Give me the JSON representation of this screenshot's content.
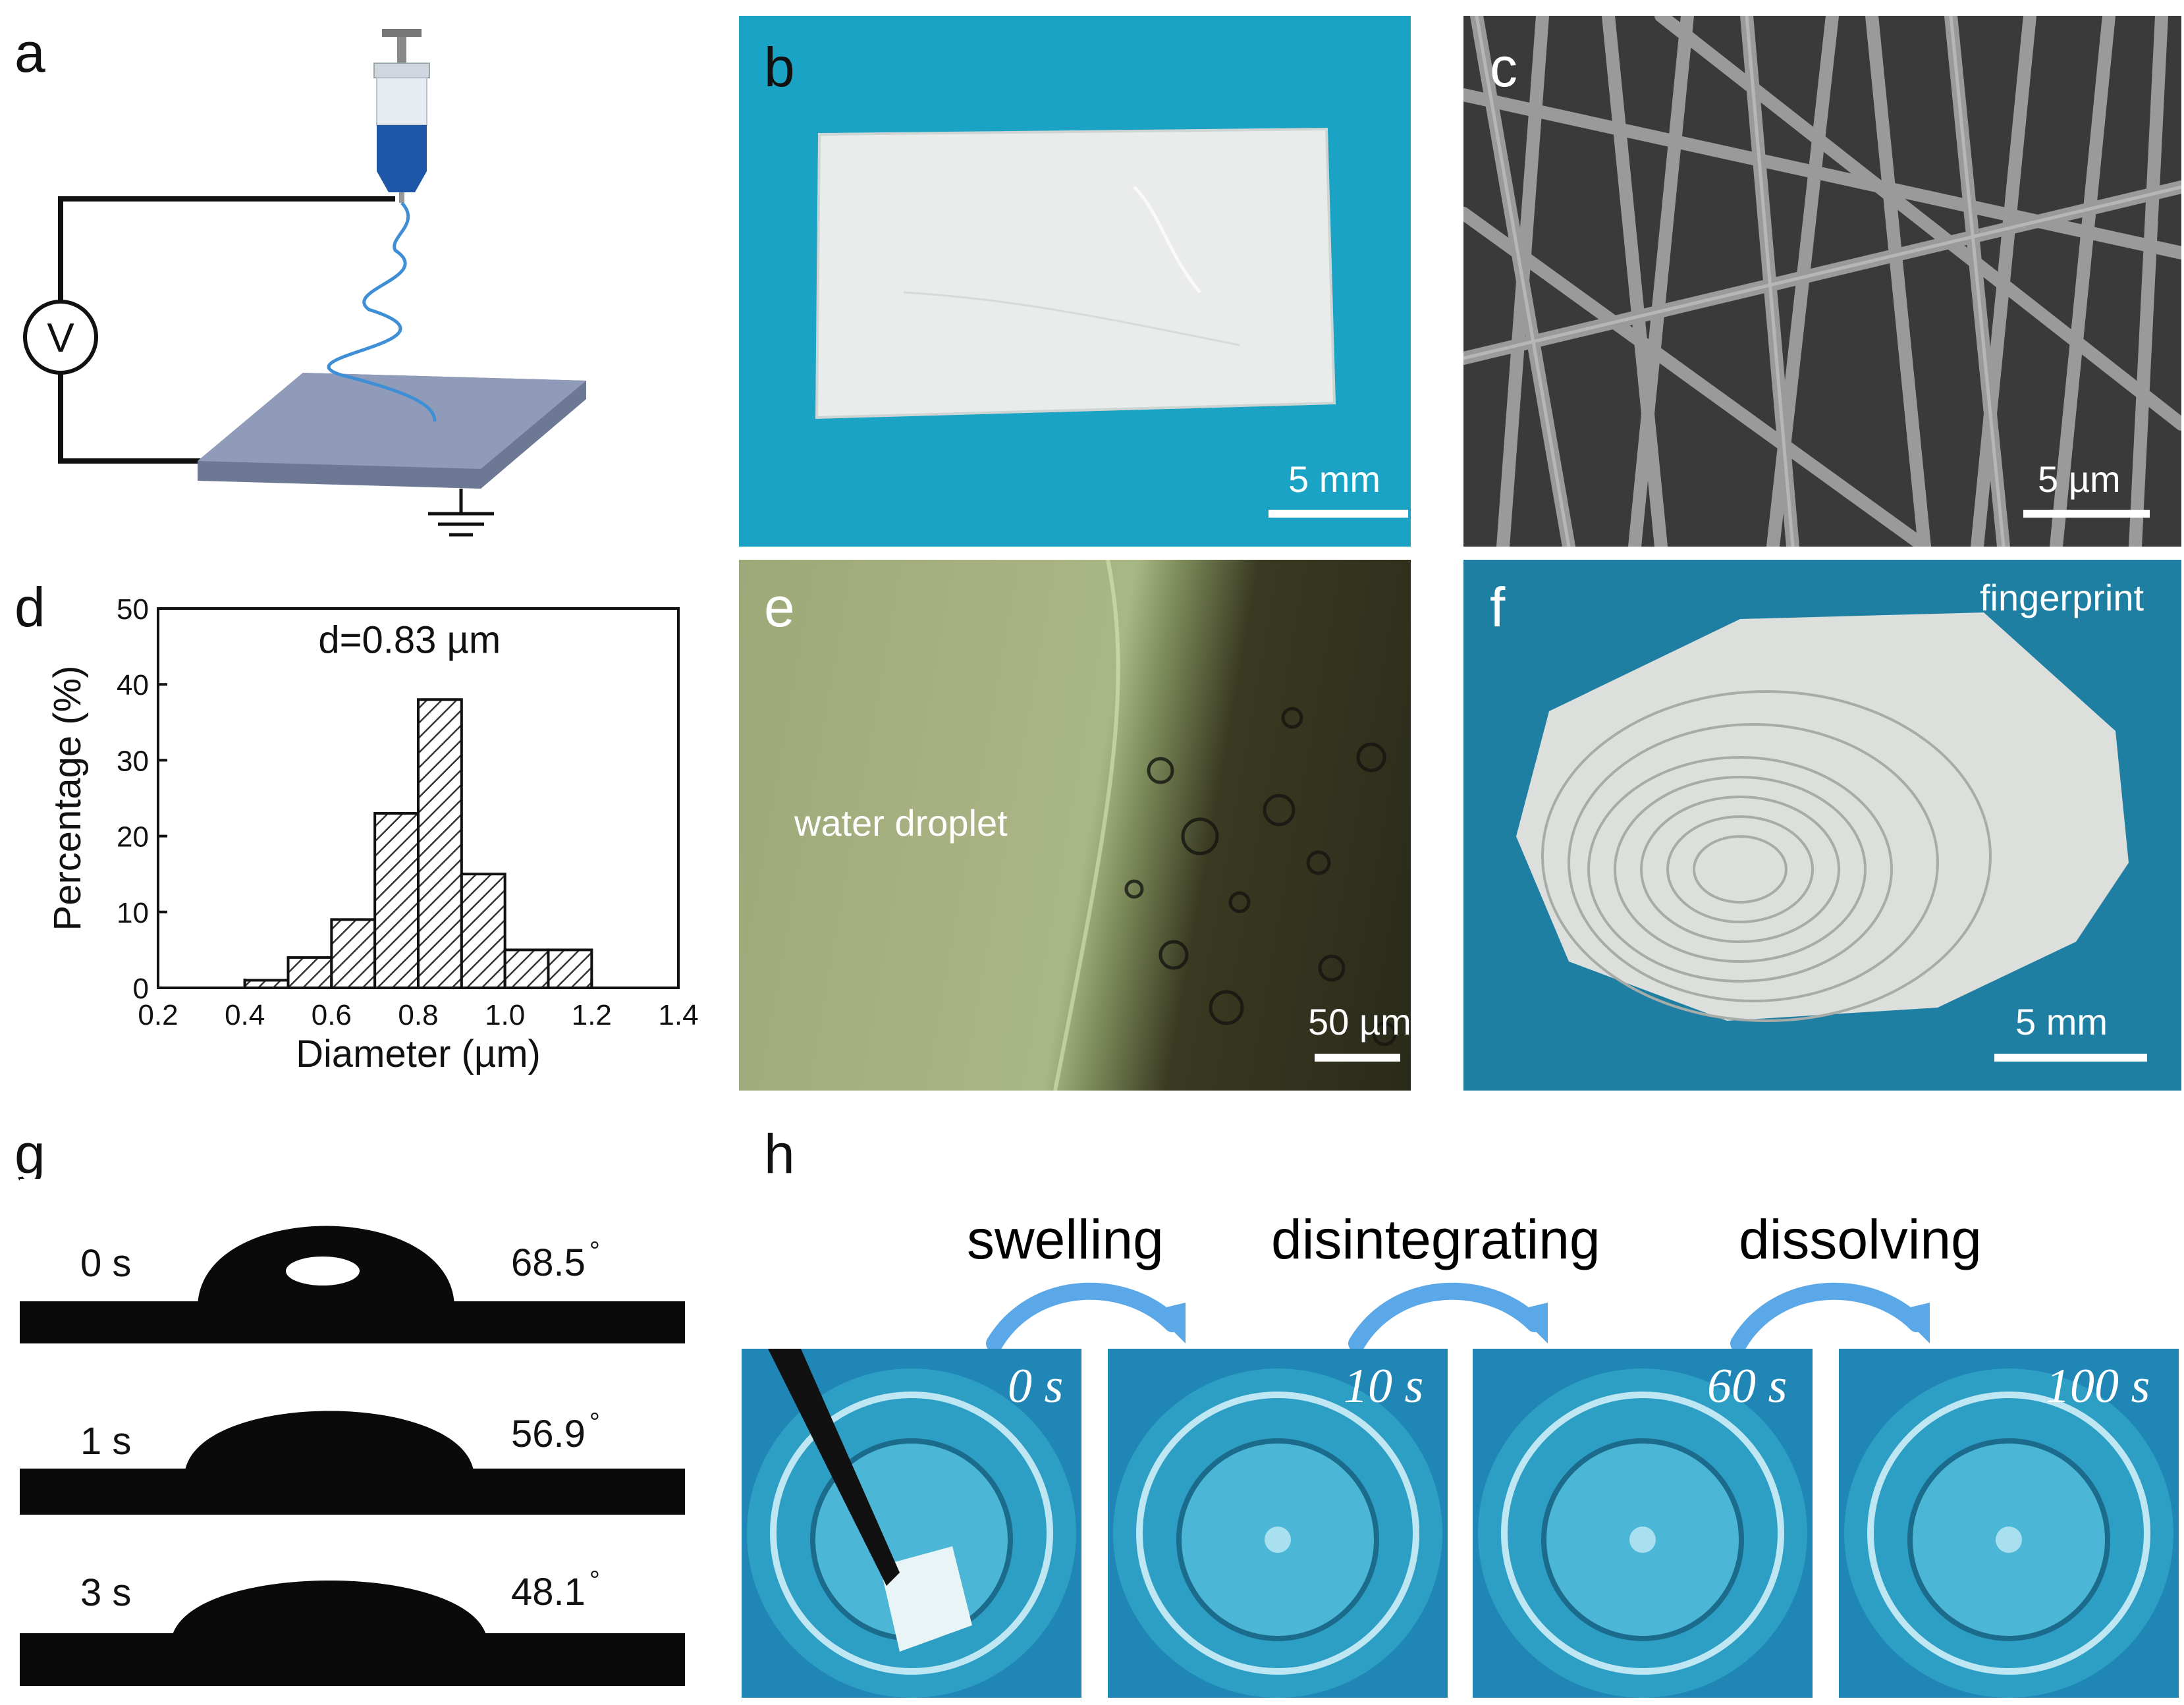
{
  "panels": {
    "a": {
      "letter": "a",
      "voltage_symbol": "V"
    },
    "b": {
      "letter": "b",
      "scalebar": "5 mm"
    },
    "c": {
      "letter": "c",
      "scalebar": "5 µm"
    },
    "d": {
      "letter": "d"
    },
    "e": {
      "letter": "e",
      "annotation": "water droplet",
      "scalebar": "50 µm"
    },
    "f": {
      "letter": "f",
      "annotation": "fingerprint",
      "scalebar": "5 mm"
    },
    "g": {
      "letter": "g",
      "rows": [
        {
          "time": "0 s",
          "angle": "68.5"
        },
        {
          "time": "1 s",
          "angle": "56.9"
        },
        {
          "time": "3 s",
          "angle": "48.1"
        }
      ],
      "degree_symbol": "°"
    },
    "h": {
      "letter": "h",
      "steps": [
        "swelling",
        "disintegrating",
        "dissolving"
      ],
      "times": [
        "0 s",
        "10 s",
        "60 s",
        "100 s"
      ]
    }
  },
  "chart_data": {
    "type": "bar",
    "annotation": "d=0.83 µm",
    "xlabel": "Diameter (µm)",
    "ylabel": "Percentage (%)",
    "xlim": [
      0.2,
      1.4
    ],
    "ylim": [
      0,
      50
    ],
    "xticks": [
      "0.2",
      "0.4",
      "0.6",
      "0.8",
      "1.0",
      "1.2",
      "1.4"
    ],
    "yticks": [
      "0",
      "10",
      "20",
      "30",
      "40",
      "50"
    ],
    "bins": [
      {
        "x0": 0.4,
        "x1": 0.5,
        "value": 1
      },
      {
        "x0": 0.5,
        "x1": 0.6,
        "value": 4
      },
      {
        "x0": 0.6,
        "x1": 0.7,
        "value": 9
      },
      {
        "x0": 0.7,
        "x1": 0.8,
        "value": 23
      },
      {
        "x0": 0.8,
        "x1": 0.9,
        "value": 38
      },
      {
        "x0": 0.9,
        "x1": 1.0,
        "value": 15
      },
      {
        "x0": 1.0,
        "x1": 1.1,
        "value": 5
      },
      {
        "x0": 1.1,
        "x1": 1.2,
        "value": 5
      }
    ]
  },
  "colors": {
    "teal_background": "#1aa3c4",
    "sample_white": "#f0f1ee",
    "syringe_blue": "#1f57a8",
    "plate": "#8f9bb8",
    "arrow_blue": "#5aa8e8",
    "water": "#2e9fc4"
  }
}
